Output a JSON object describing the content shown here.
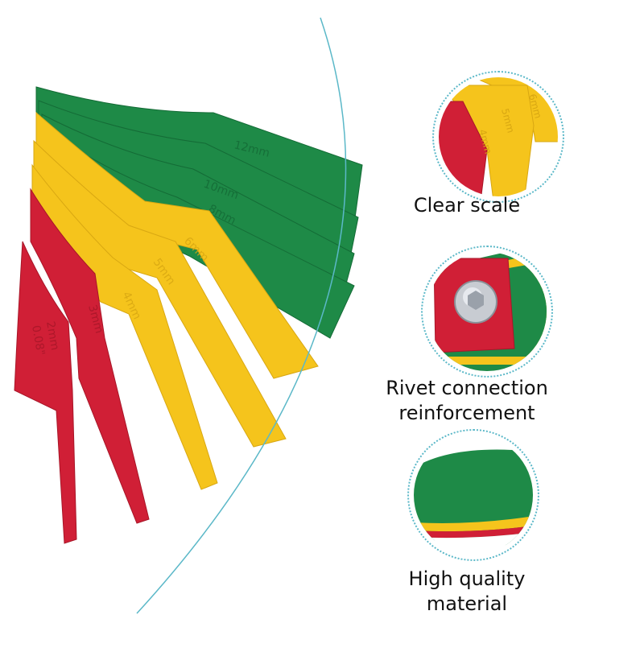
{
  "product": {
    "colors": {
      "green": "#1e8a47",
      "yellow": "#f5c41c",
      "red": "#d01f36",
      "accent_line": "#5bb8c8"
    },
    "blades": [
      {
        "id": "12",
        "marking": "12mm",
        "color": "green"
      },
      {
        "id": "11",
        "marking": "",
        "color": "green"
      },
      {
        "id": "10",
        "marking": "10mm",
        "color": "green"
      },
      {
        "id": "8",
        "marking": "8mm",
        "color": "green"
      },
      {
        "id": "6",
        "marking": "6mm",
        "color": "yellow"
      },
      {
        "id": "5",
        "marking": "5mm",
        "color": "yellow"
      },
      {
        "id": "4",
        "marking": "4mm",
        "color": "yellow"
      },
      {
        "id": "3",
        "marking": "3mm",
        "color": "red"
      },
      {
        "id": "2",
        "marking": "2mm",
        "color": "red"
      }
    ],
    "marking_2_inch": "0.08\""
  },
  "features": [
    {
      "id": "scale",
      "icon": "scale-closeup-icon",
      "lines": [
        "Clear scale"
      ]
    },
    {
      "id": "rivet",
      "icon": "rivet-closeup-icon",
      "lines": [
        "Rivet connection",
        "reinforcement"
      ]
    },
    {
      "id": "material",
      "icon": "material-closeup-icon",
      "lines": [
        "High quality material"
      ]
    }
  ],
  "thumb_scale": {
    "markings": [
      "6mm",
      "5mm",
      "4mm"
    ]
  }
}
